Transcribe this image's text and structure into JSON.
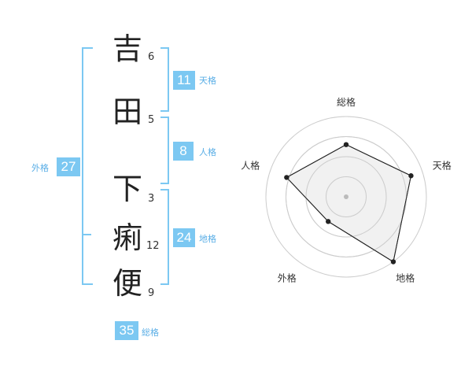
{
  "name_chars": [
    {
      "char": "吉",
      "strokes": "6"
    },
    {
      "char": "田",
      "strokes": "5"
    },
    {
      "char": "下",
      "strokes": "3"
    },
    {
      "char": "痢",
      "strokes": "12"
    },
    {
      "char": "便",
      "strokes": "9"
    }
  ],
  "fortunes": {
    "tenkaku": {
      "value": "11",
      "label": "天格"
    },
    "jinkaku": {
      "value": "8",
      "label": "人格"
    },
    "chikaku": {
      "value": "24",
      "label": "地格"
    },
    "gaikaku": {
      "value": "27",
      "label": "外格"
    },
    "soukaku": {
      "value": "35",
      "label": "総格"
    }
  },
  "chart_data": {
    "type": "radar",
    "axes": [
      "総格",
      "天格",
      "地格",
      "外格",
      "人格"
    ],
    "values": [
      0.65,
      0.85,
      1.0,
      0.38,
      0.78
    ],
    "range": [
      0,
      1
    ],
    "rings": 4,
    "colors": {
      "ring": "#cccccc",
      "fill": "#eeeeee",
      "line": "#222222",
      "center": "#bbbbbb"
    }
  },
  "colors": {
    "accent": "#7cc8f2",
    "label": "#5aaee6"
  }
}
